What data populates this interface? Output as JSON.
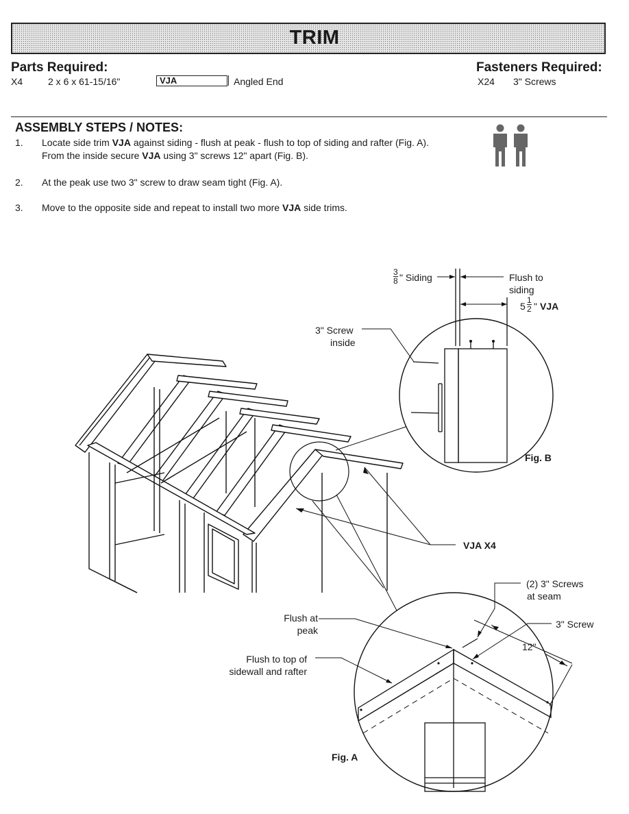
{
  "header": {
    "title": "TRIM"
  },
  "parts": {
    "heading": "Parts Required:",
    "items": [
      {
        "qty": "X4",
        "size": "2 x 6 x 61-15/16\"",
        "code": "VJA",
        "description": "Angled End"
      }
    ]
  },
  "fasteners": {
    "heading": "Fasteners Required:",
    "items": [
      {
        "qty": "X24",
        "description": "3\" Screws"
      }
    ]
  },
  "assembly": {
    "heading": "ASSEMBLY STEPS / NOTES:",
    "people_icon": "two-person-icon",
    "steps": [
      {
        "number": "1.",
        "line1_a": "Locate side trim ",
        "line1_b": "VJA",
        "line1_c": " against siding - flush at peak - flush to top of siding and rafter (Fig. A).",
        "line2_a": "From the inside secure ",
        "line2_b": "VJA",
        "line2_c": " using 3\" screws 12\" apart (Fig. B)."
      },
      {
        "number": "2.",
        "text": "At the peak use two 3\" screw to draw seam tight (Fig. A)."
      },
      {
        "number": "3.",
        "text_a": "Move to the opposite side and repeat to install two more ",
        "text_b": "VJA",
        "text_c": " side trims."
      }
    ]
  },
  "figure_b": {
    "label": "Fig. B",
    "siding_num": "3",
    "siding_den": "8",
    "siding_label": "\" Siding",
    "flush_line1": "Flush to",
    "flush_line2": "siding",
    "width_whole": "5",
    "width_num": "1",
    "width_den": "2",
    "width_unit": "\"",
    "width_code": "VJA",
    "screw_line1": "3\" Screw",
    "screw_line2": "inside"
  },
  "main_drawing": {
    "callout": "VJA X4"
  },
  "figure_a": {
    "label": "Fig. A",
    "peak_line1": "Flush at",
    "peak_line2": "peak",
    "top_line1": "Flush to top of",
    "top_line2": "sidewall and rafter",
    "seam_line1": "(2) 3\" Screws",
    "seam_line2": "at seam",
    "screw_label": "3\" Screw",
    "spacing": "12\""
  }
}
